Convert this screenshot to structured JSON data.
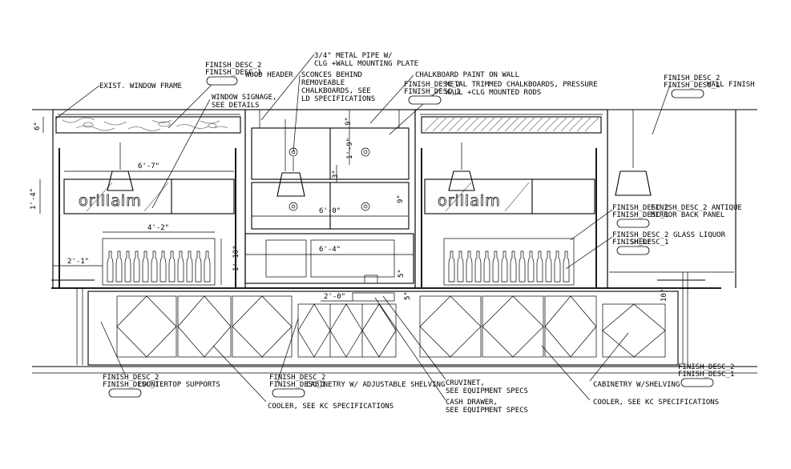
{
  "notes": {
    "exist_window_frame": "EXIST. WINDOW FRAME",
    "finish_desc_2": "FINISH_DESC_2",
    "wood_header": "WOOD HEADER",
    "window_signage_1": "WINDOW SIGNAGE,",
    "window_signage_2": "SEE DETAILS",
    "metal_pipe_1": "3/4\" METAL PIPE W/",
    "metal_pipe_2": "CLG +WALL MOUNTING PLATE",
    "sconces_1": "SCONCES BEHIND",
    "sconces_2": "REMOVEABLE",
    "sconces_3": "CHALKBOARDS, SEE",
    "sconces_4": "LD SPECIFICATIONS",
    "chalk_paint": "CHALKBOARD PAINT ON WALL",
    "metal_trim_1": "METAL TRIMMED CHALKBOARDS, PRESSURE",
    "metal_trim_2": "WALL +CLG MOUNTED RODS",
    "finish_desc_1": "FINISH_DESC_1",
    "wall_finish": "WALL FINISH",
    "antique_1": "FINISH_DESC_2 ANTIQUE",
    "antique_2": "MIRROR BACK PANEL",
    "glass_liquor": "GLASS LIQUOR",
    "shelf": "SHELF",
    "countertop_supports": "COUNTERTOP SUPPORTS",
    "adj_shelving": "CABINETRY W/ ADJUSTABLE SHELVING",
    "cooler_kc_1": "COOLER, SEE KC SPECIFICATIONS",
    "cruvinet_1": "CRUVINET,",
    "cruvinet_2": "SEE EQUIPMENT SPECS",
    "cash_drawer_1": "CASH DRAWER,",
    "cash_drawer_2": "SEE EQUIPMENT SPECS",
    "cab_shelving": "CABINETRY W/SHELVING",
    "cooler_kc_2": "COOLER, SEE KC SPECIFICATIONS"
  },
  "dims": {
    "d6": "6\"",
    "d1_4": "1'-4\"",
    "d6_7": "6'-7\"",
    "d4_2": "4'-2\"",
    "d2_1": "2'-1\"",
    "d1_10": "1'-10\"",
    "d9": "9\"",
    "d1_9": "1'-9\"",
    "d3": "3\"",
    "d9b": "9\"",
    "d6_0": "6'-0\"",
    "d6_4": "6'-4\"",
    "d2_0": "2'-0\"",
    "d5a": "5\"",
    "d5b": "5\"",
    "d10": "10\""
  },
  "signage": {
    "brand": "orillaim"
  }
}
